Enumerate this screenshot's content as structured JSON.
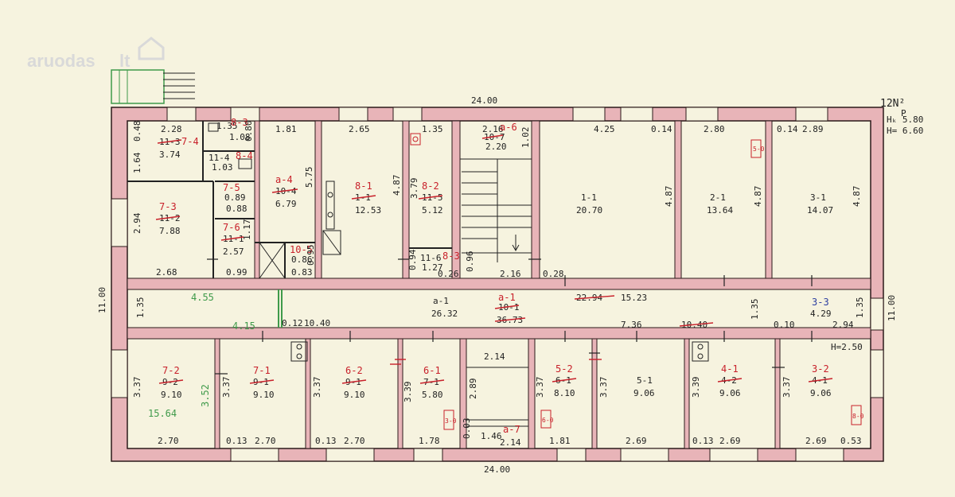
{
  "watermark": {
    "text": "aruodas",
    "suffix": "lt"
  },
  "header": {
    "title": "12N²",
    "sub": "P",
    "heights": [
      "Hₖ 5.80",
      "H= 6.60"
    ]
  },
  "overall_dims": {
    "width_top": "24.00",
    "width_bottom": "24.00",
    "depth_left": "11.00",
    "depth_right": "11.00"
  },
  "corridor": {
    "top_dims": {
      "left": "10.40",
      "right_a": "22.94",
      "right_b": "15.23",
      "r3": "7.36",
      "r4": "10.40"
    },
    "green_a": "4.55",
    "green_b": "4.15",
    "small_a": "0.12",
    "small_b": "1.35",
    "small_c": "1.35",
    "small_d": "0.10",
    "small_e": "1.35",
    "label": "a-1",
    "area": "26.32",
    "label_b": "a-1",
    "label_b_old": "10-1",
    "area_b": "36.73",
    "label_c": "3-3",
    "area_c": "4.29",
    "dim_c": "2.94"
  },
  "rooms_top": [
    {
      "key": "r228",
      "dim_w": "2.28",
      "dim_h": "1.64",
      "dim_x": "0.48",
      "code": "11-3",
      "code_red": "7-4",
      "area": "3.74"
    },
    {
      "key": "rwc1",
      "dim_w": "1.35",
      "code_red": "8-3",
      "area": "1.08",
      "dim_x": "0.80"
    },
    {
      "key": "rwc2",
      "code": "11-4",
      "area": "1.03",
      "code_red": "8-4"
    },
    {
      "key": "r73",
      "code": "7-3",
      "code_old": "11-2",
      "area": "7.88",
      "dim_h": "2.94",
      "dim_w": "2.68"
    },
    {
      "key": "r76",
      "code": "7-6",
      "code_old": "11-1",
      "area": "2.57",
      "dim_h": "1.17",
      "dim_x": "0.99"
    },
    {
      "key": "rsmall",
      "code": "7-5",
      "area": "0.88",
      "area_b": "0.89"
    },
    {
      "key": "ra4",
      "dim_w": "1.81",
      "code": "a-4",
      "code_old": "10-4",
      "area": "6.79",
      "dim_h": "5.75"
    },
    {
      "key": "rlift",
      "code": "10-5",
      "area": "0.86",
      "area_b": "0.83",
      "dim_h": "0.95"
    },
    {
      "key": "r81",
      "dim_w": "2.65",
      "code": "8-1",
      "code_old": "1-1",
      "area": "12.53",
      "dim_h": "4.87"
    },
    {
      "key": "r82",
      "dim_w": "1.35",
      "code": "8-2",
      "code_old": "11-5",
      "area": "5.12",
      "dim_h": "3.79"
    },
    {
      "key": "r83",
      "code": "11-6",
      "code_red": "8-3",
      "area": "1.27",
      "dim_a": "0.94",
      "dim_b": "0.26"
    },
    {
      "key": "rstair",
      "dim_w": "2.16",
      "code_red": "a-6",
      "code_old": "10-7",
      "area": "2.20",
      "dim_h": "1.02",
      "dim_c": "2.16",
      "dim_d": "0.96"
    },
    {
      "key": "r11",
      "dim_w": "4.25",
      "dim_x": "0.14",
      "code": "1-1",
      "area": "20.70",
      "dim_h": "4.87",
      "dim_b": "0.28"
    },
    {
      "key": "r21",
      "dim_w": "2.80",
      "code": "2-1",
      "area": "13.64",
      "dim_h": "4.87"
    },
    {
      "key": "r31",
      "dim_x": "0.14",
      "dim_w": "2.89",
      "code": "3-1",
      "area": "14.07",
      "dim_h": "4.87"
    }
  ],
  "rooms_bottom": [
    {
      "key": "b72",
      "code": "7-2",
      "code_old": "9-2",
      "area": "9.10",
      "green": "15.64",
      "dim_h": "3.37",
      "dim_w": "2.70",
      "green_h": "3.52"
    },
    {
      "key": "b71",
      "code": "7-1",
      "code_old": "9-1",
      "area": "9.10",
      "dim_h": "3.37",
      "dim_x": "0.13",
      "dim_w": "2.70"
    },
    {
      "key": "b62",
      "code": "6-2",
      "code_old": "9-1",
      "area": "9.10",
      "dim_h": "3.37",
      "dim_x": "0.13",
      "dim_w": "2.70"
    },
    {
      "key": "b61",
      "code": "6-1",
      "code_old": "7-1",
      "area": "5.80",
      "dim_h": "3.39",
      "dim_w": "1.78"
    },
    {
      "key": "bst",
      "dim_w": "2.14",
      "dim_h": "2.89",
      "dim_x": "0.03",
      "dim_b": "1.46",
      "code_red": "a-7",
      "dim_c": "2.14"
    },
    {
      "key": "b52",
      "code": "5-2",
      "code_old": "6-1",
      "area": "8.10",
      "dim_h": "3.37",
      "dim_w": "1.81"
    },
    {
      "key": "b51",
      "code": "5-1",
      "area": "9.06",
      "dim_h": "3.37",
      "dim_w": "2.69"
    },
    {
      "key": "b41",
      "code": "4-1",
      "code_old": "4-2",
      "area": "9.06",
      "dim_h": "3.39",
      "dim_x": "0.13",
      "dim_w": "2.69"
    },
    {
      "key": "b32",
      "code": "3-2",
      "code_old": "4-1",
      "area": "9.06",
      "dim_h": "3.37",
      "dim_w": "2.69",
      "dim_x": "0.53",
      "h_mark": "H=2.50"
    }
  ],
  "marks": {
    "e1": "5-0",
    "e2": "3-0",
    "e3": "6-0",
    "e4": "8-0",
    "landing": "0.12"
  },
  "colors": {
    "wall": "#e8b4b8",
    "wall_edge": "#2b1a1a",
    "ink": "#222222",
    "red": "#c8202a",
    "green": "#3f9a4a"
  }
}
